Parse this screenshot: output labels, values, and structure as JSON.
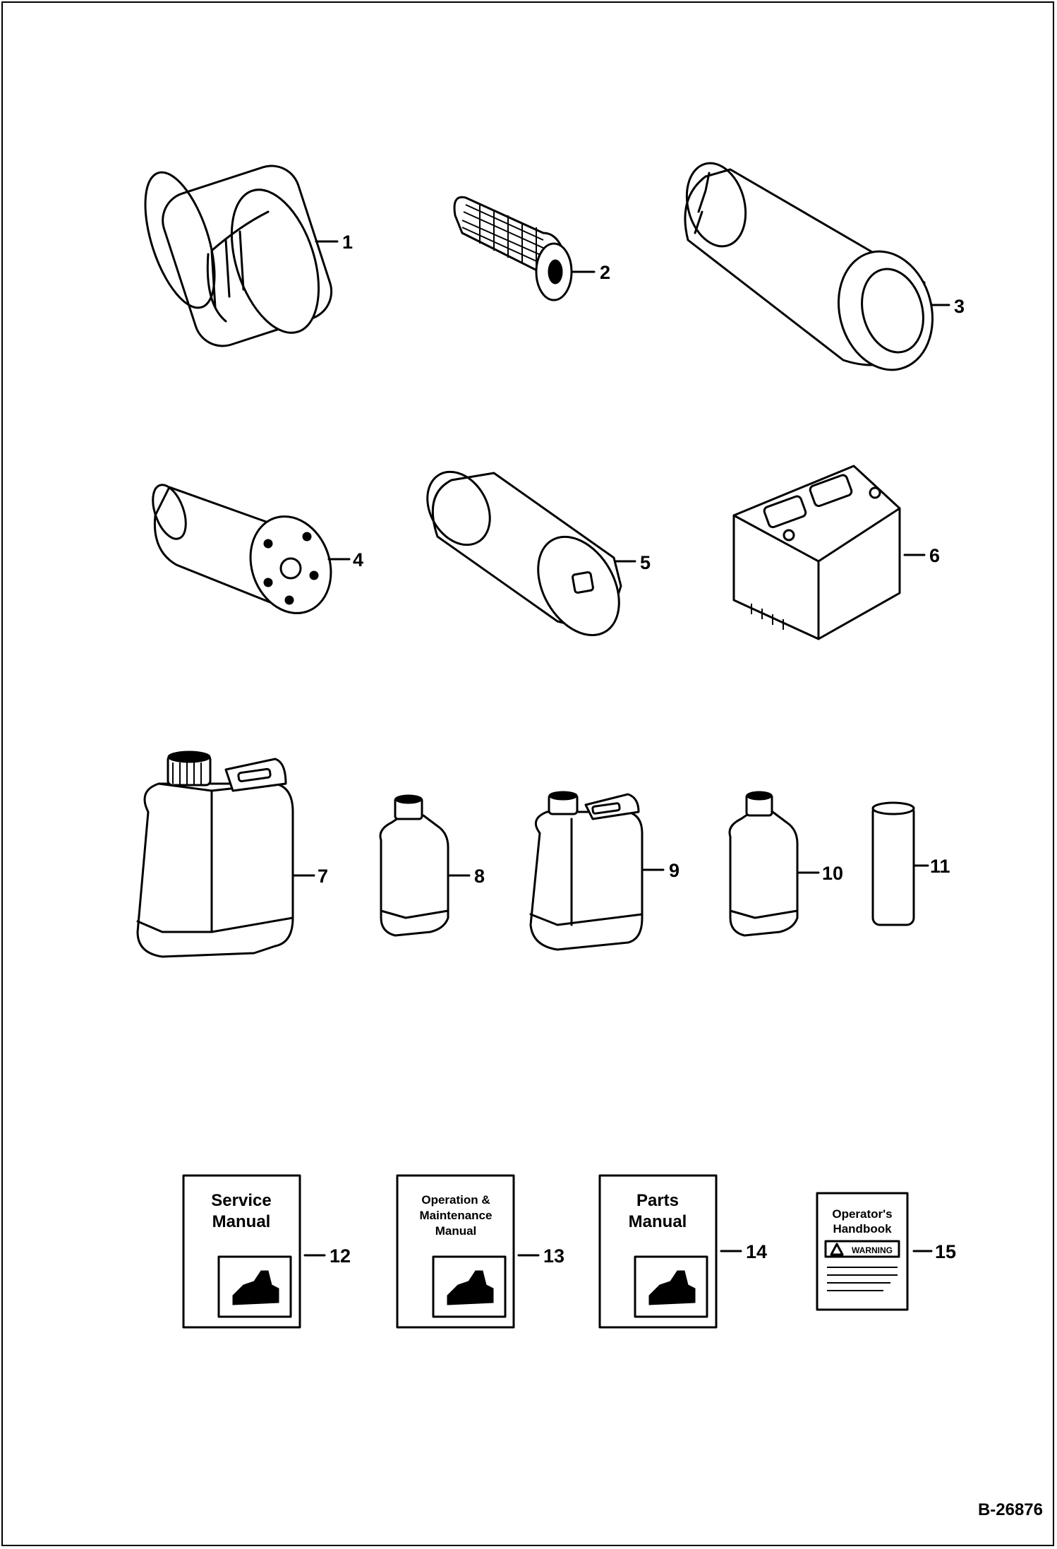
{
  "callouts": [
    "1",
    "2",
    "3",
    "4",
    "5",
    "6",
    "7",
    "8",
    "9",
    "10",
    "11",
    "12",
    "13",
    "14",
    "15"
  ],
  "manuals": {
    "service": [
      "Service",
      "Manual"
    ],
    "operation": [
      "Operation &",
      "Maintenance",
      "Manual"
    ],
    "parts": [
      "Parts",
      "Manual"
    ],
    "handbook": [
      "Operator's",
      "Handbook"
    ],
    "warning": "WARNING"
  },
  "figure_ref": "B-26876"
}
